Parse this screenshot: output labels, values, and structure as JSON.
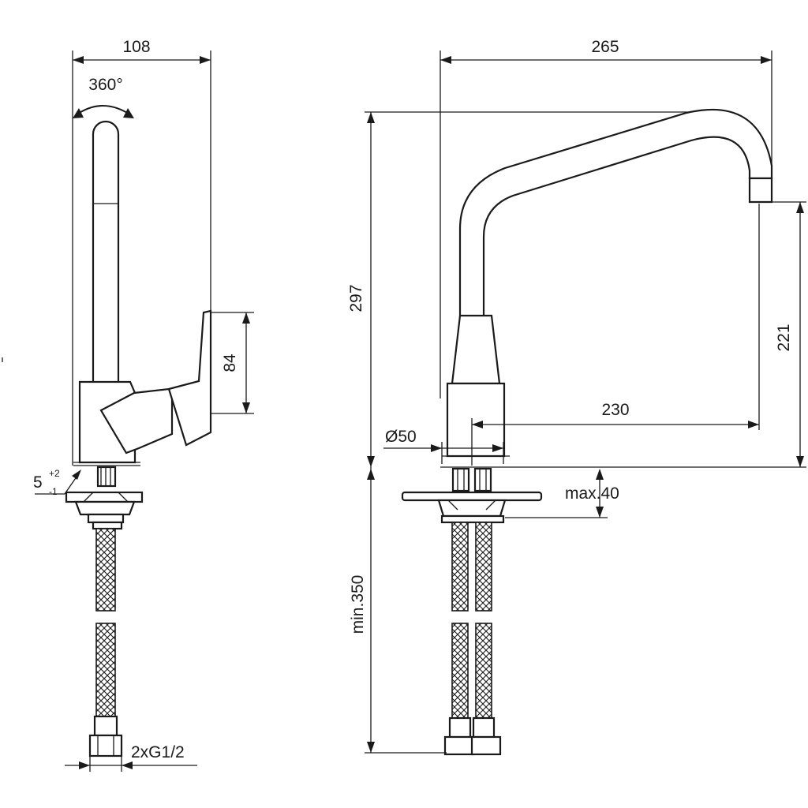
{
  "side_view": {
    "width_label": "108",
    "rotation_label": "360°",
    "lever_height_label": "84",
    "tilt_label_main": "5",
    "tilt_label_plus": "+2",
    "tilt_label_minus": "-1",
    "connection_label": "2xG1/2"
  },
  "front_view": {
    "reach_label": "265",
    "total_height_label": "297",
    "spout_height_label": "221",
    "spout_reach_label": "230",
    "base_diameter_label": "Ø50",
    "deck_thickness_label": "max.40",
    "hose_length_label": "min.350"
  }
}
